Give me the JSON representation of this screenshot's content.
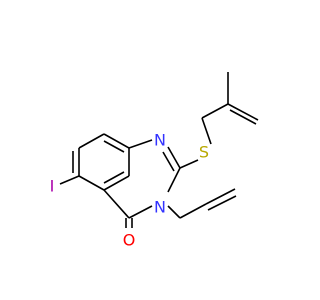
{
  "molecule": {
    "atoms": {
      "n1": {
        "symbol": "N",
        "color": "#3333ff"
      },
      "n3": {
        "symbol": "N",
        "color": "#3333ff"
      },
      "s": {
        "symbol": "S",
        "color": "#b8a800"
      },
      "o": {
        "symbol": "O",
        "color": "#ff0000"
      },
      "i": {
        "symbol": "I",
        "color": "#aa00aa"
      }
    }
  }
}
